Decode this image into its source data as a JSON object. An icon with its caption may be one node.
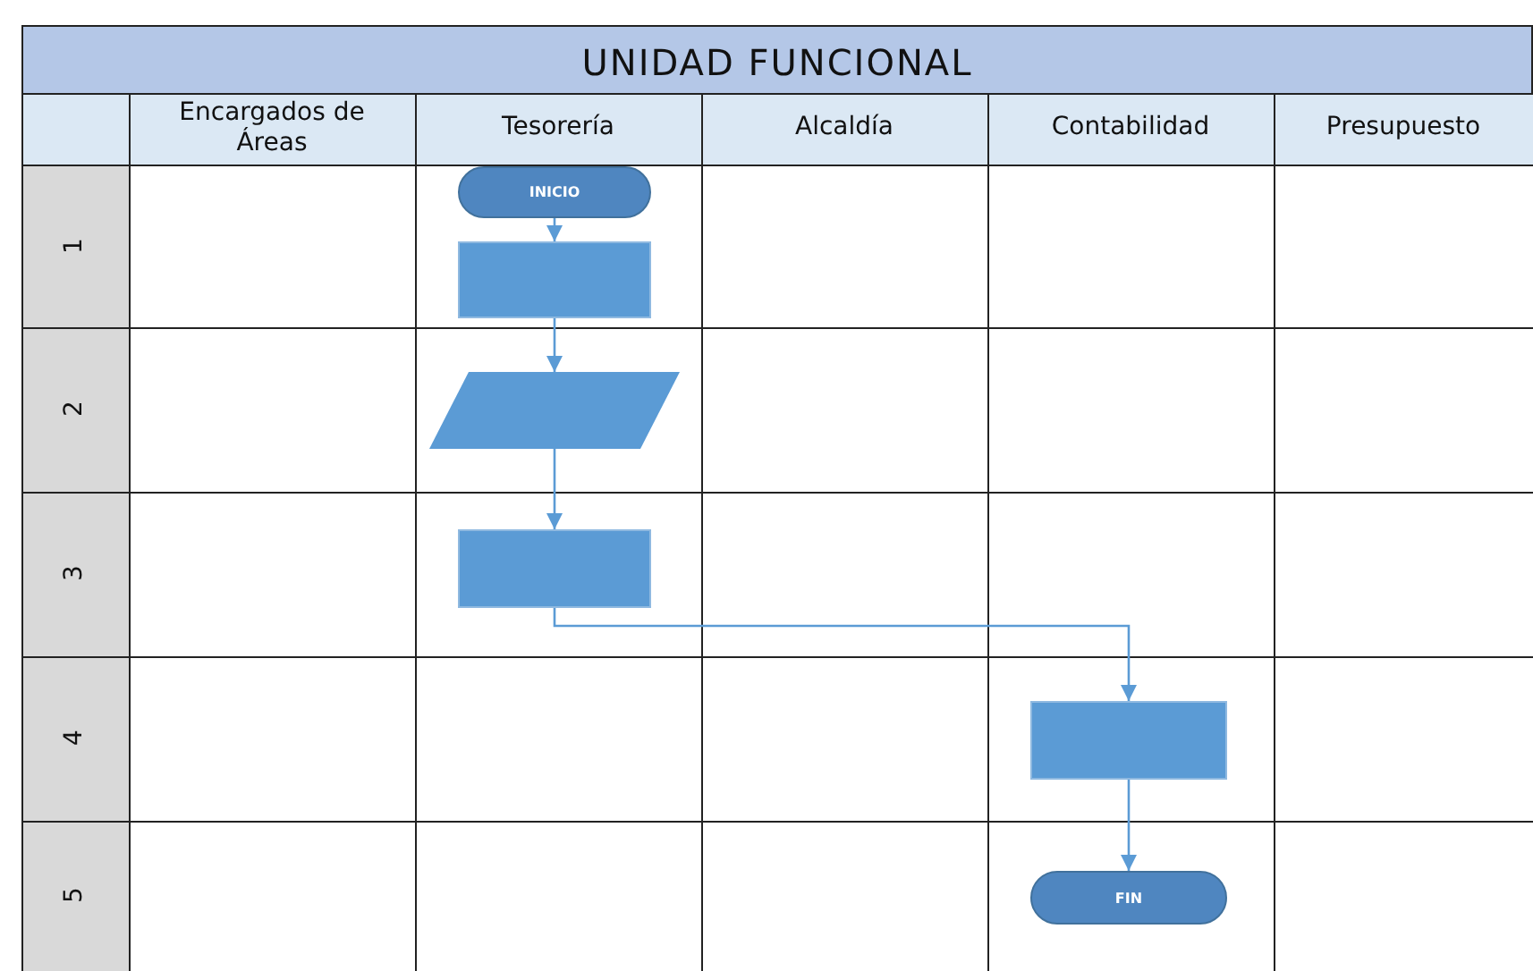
{
  "diagram": {
    "title": "UNIDAD FUNCIONAL",
    "nodes": [
      {
        "text": [
          "INICIO"
        ]
      },
      {
        "text": [],
        "shape": "box"
      },
      {
        "text": [],
        "shape": "parallelogram"
      },
      {
        "text": [],
        "shape": "box"
      },
      {
        "text": [],
        "shape": "box"
      },
      {
        "text": [
          "FIN"
        ]
      }
    ],
    "edges": [
      {
        "from": 0,
        "to": 1,
        "arrow": "to"
      },
      {
        "from": 1,
        "to": 2,
        "arrow": "to"
      },
      {
        "from": 2,
        "to": 3,
        "arrow": "to"
      },
      {
        "from": 3,
        "to": 4,
        "arrow": "to"
      },
      {
        "from": 4,
        "to": 5,
        "arrow": "to"
      }
    ],
    "labels": [
      "Encargados de Áreas",
      "Tesorería",
      "Alcaldía",
      "Contabilidad",
      "Presupuesto",
      "1",
      "2",
      "3",
      "4",
      "5"
    ]
  }
}
